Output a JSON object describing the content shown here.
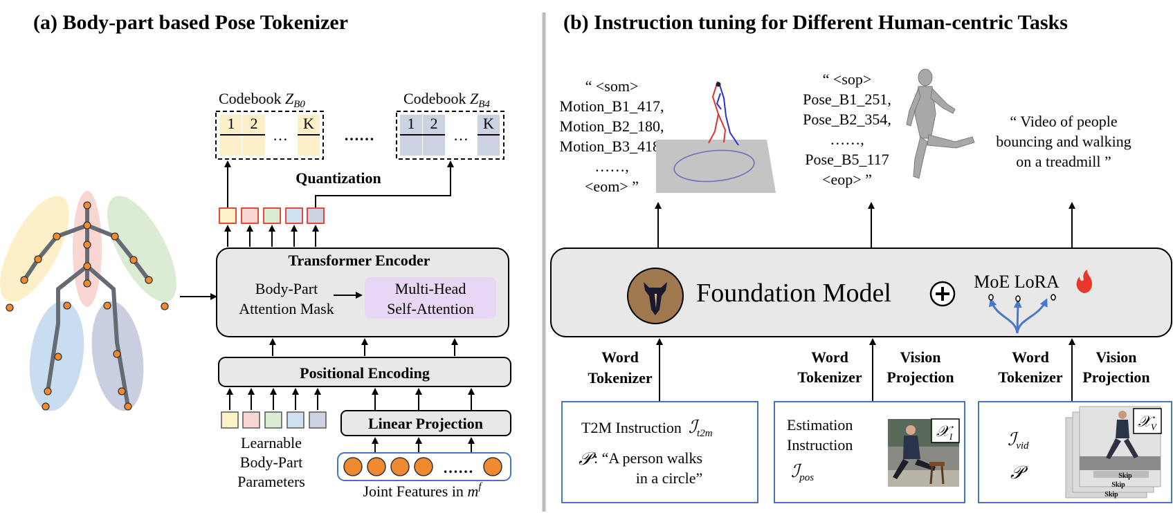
{
  "panel_a": {
    "title": "(a) Body-part based Pose Tokenizer",
    "codebook_0": {
      "label": "Codebook ",
      "symbol": "Z",
      "sub": "B0",
      "cells": [
        "1",
        "2",
        "…",
        "K"
      ]
    },
    "codebook_4": {
      "label": "Codebook ",
      "symbol": "Z",
      "sub": "B4",
      "cells": [
        "1",
        "2",
        "…",
        "K"
      ]
    },
    "codebook_ellipsis": "……",
    "quantization": "Quantization",
    "transformer_encoder": "Transformer Encoder",
    "attention_mask": [
      "Body-Part",
      "Attention Mask"
    ],
    "self_attention": [
      "Multi-Head",
      "Self-Attention"
    ],
    "positional_encoding": "Positional Encoding",
    "linear_projection": "Linear Projection",
    "learnable_params": [
      "Learnable",
      "Body-Part",
      "Parameters"
    ],
    "joint_features": {
      "label": "Joint Features in ",
      "symbol": "m",
      "sup": "f"
    },
    "joint_ellipsis": "……",
    "token_colors": [
      "#fdf2c8",
      "#f8d6d2",
      "#dcebd3",
      "#cfe0f1",
      "#cdd2e2"
    ],
    "token_border": "#e24a3f",
    "joint_color": "#f08a30"
  },
  "panel_b": {
    "title": "(b) Instruction tuning for Different Human-centric Tasks",
    "motion_output": [
      "“ <som>",
      "Motion_B1_417,",
      "Motion_B2_180,",
      "Motion_B3_418,",
      "……,",
      "<eom> ”"
    ],
    "pose_output": [
      "“ <sop>",
      "Pose_B1_251,",
      "Pose_B2_354,",
      "……,",
      "Pose_B5_117",
      "<eop> ”"
    ],
    "video_output": [
      "“ Video of people",
      "bouncing and walking",
      "on a treadmill ”"
    ],
    "foundation_model": "Foundation Model",
    "moe_lora": "MoE LoRA",
    "word_tokenizer": [
      "Word",
      "Tokenizer"
    ],
    "vision_projection": [
      "Vision",
      "Projection"
    ],
    "t2m": {
      "label": "T2M Instruction",
      "symbol": "ℐ",
      "sub": "t2m",
      "prompt_symbol": "𝒫",
      "prompt_lines": [
        ": “A person walks",
        "in a circle”"
      ]
    },
    "estimation": {
      "lines": [
        "Estimation",
        "Instruction"
      ],
      "symbol": "ℐ",
      "sub": "pos",
      "image_tag": "𝒳",
      "image_sub": "I"
    },
    "video": {
      "symbol": "ℐ",
      "sub": "vid",
      "prompt_symbol": "𝒫",
      "image_tag": "𝒳",
      "image_sub": "V",
      "skip_labels": [
        "Skip",
        "Skip",
        "Skip"
      ]
    },
    "accent_blue": "#3f6fc6",
    "box_border": "#4472c4"
  }
}
